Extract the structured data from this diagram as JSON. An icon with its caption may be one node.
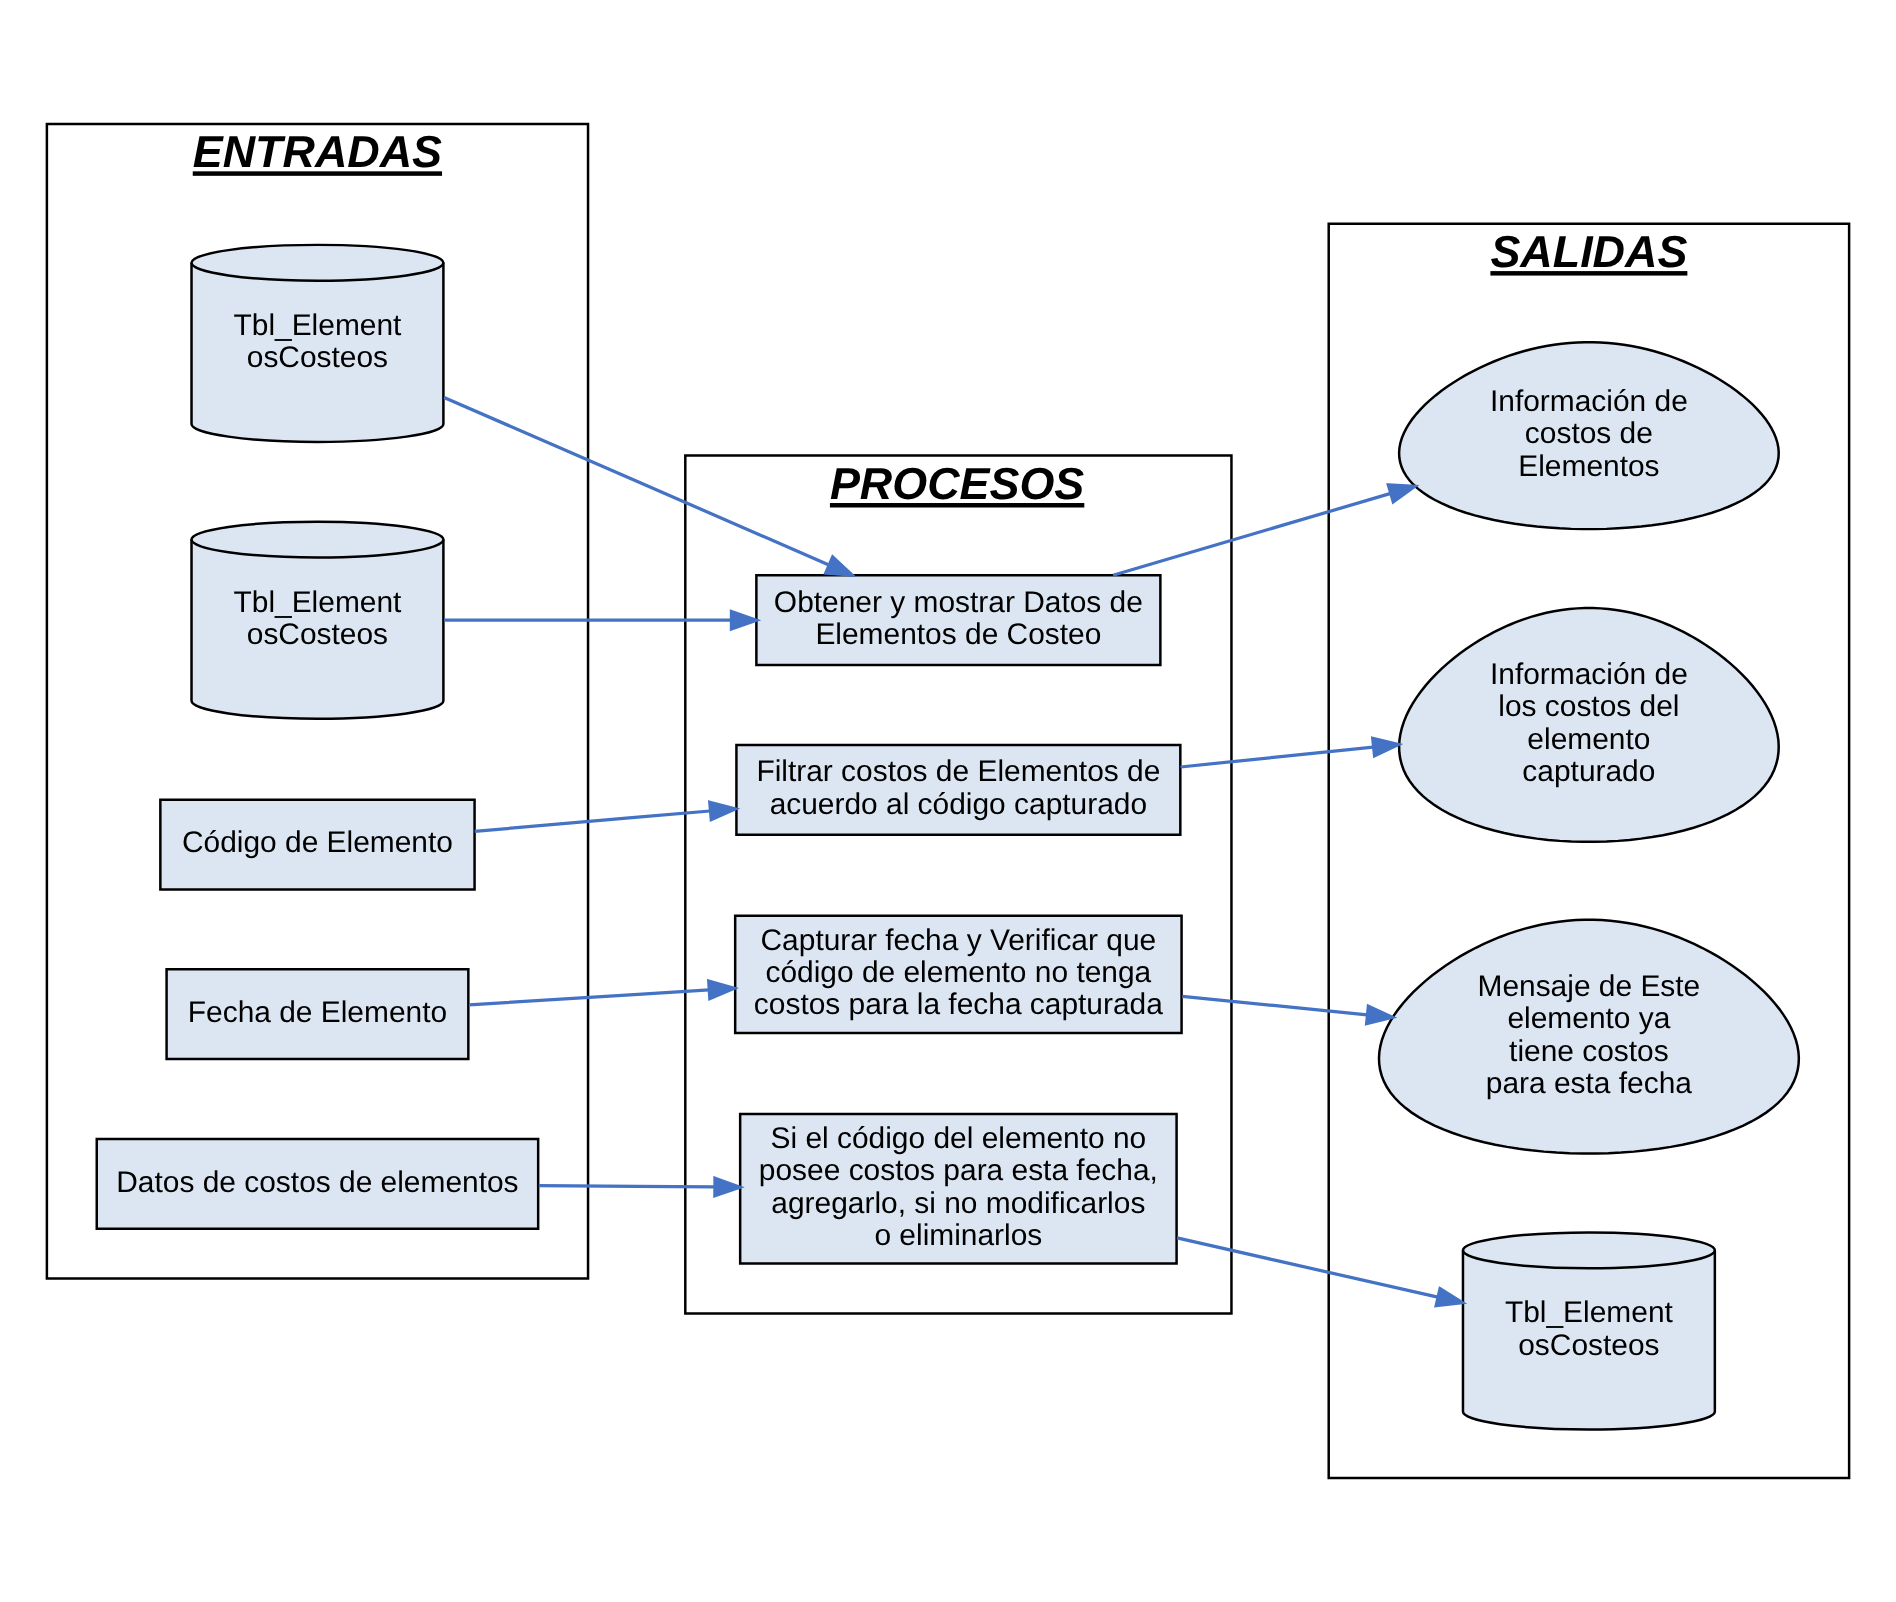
{
  "diagram": {
    "nodes": [
      {
        "text": [
          "ENTRADAS"
        ]
      },
      {
        "text": [
          "Tbl_Element osCosteos"
        ],
        "in": 0
      },
      {
        "text": [
          "Tbl_Element osCosteos"
        ],
        "in": 0
      },
      {
        "text": [
          "Código de Elemento"
        ],
        "in": 0
      },
      {
        "text": [
          "Fecha de Elemento"
        ],
        "in": 0
      },
      {
        "text": [
          "Datos de costos de elementos"
        ],
        "in": 0
      },
      {
        "text": [
          "PROCESOS"
        ]
      },
      {
        "text": [
          "Obtener y mostrar Datos de Elementos de Costeo"
        ],
        "in": 6
      },
      {
        "text": [
          "Filtrar costos de Elementos de acuerdo al código capturado"
        ],
        "in": 6
      },
      {
        "text": [
          "Capturar fecha y Verificar que código de elemento no tenga costos para la fecha capturada"
        ],
        "in": 6
      },
      {
        "text": [
          "Si el código del elemento no posee costos para esta fecha, agregarlo, si no modificarlos o eliminarlos"
        ],
        "in": 6
      },
      {
        "text": [
          "SALIDAS"
        ]
      },
      {
        "text": [
          "Información de costos de Elementos"
        ],
        "in": 11
      },
      {
        "text": [
          "Información de los costos del elemento capturado"
        ],
        "in": 11
      },
      {
        "text": [
          "Mensaje de Este elemento ya tiene costos para esta fecha"
        ],
        "in": 11
      },
      {
        "text": [
          "Tbl_Element osCosteos"
        ],
        "in": 11
      }
    ],
    "edges": [
      {
        "from": 1,
        "to": 7,
        "arrow": "to"
      },
      {
        "from": 2,
        "to": 7,
        "arrow": "to"
      },
      {
        "from": 7,
        "to": 12,
        "arrow": "to"
      },
      {
        "from": 3,
        "to": 8,
        "arrow": "to"
      },
      {
        "from": 8,
        "to": 13,
        "arrow": "to"
      },
      {
        "from": 4,
        "to": 9,
        "arrow": "to"
      },
      {
        "from": 9,
        "to": 14,
        "arrow": "to"
      },
      {
        "from": 5,
        "to": 10,
        "arrow": "to"
      },
      {
        "from": 10,
        "to": 15,
        "arrow": "to"
      }
    ]
  }
}
